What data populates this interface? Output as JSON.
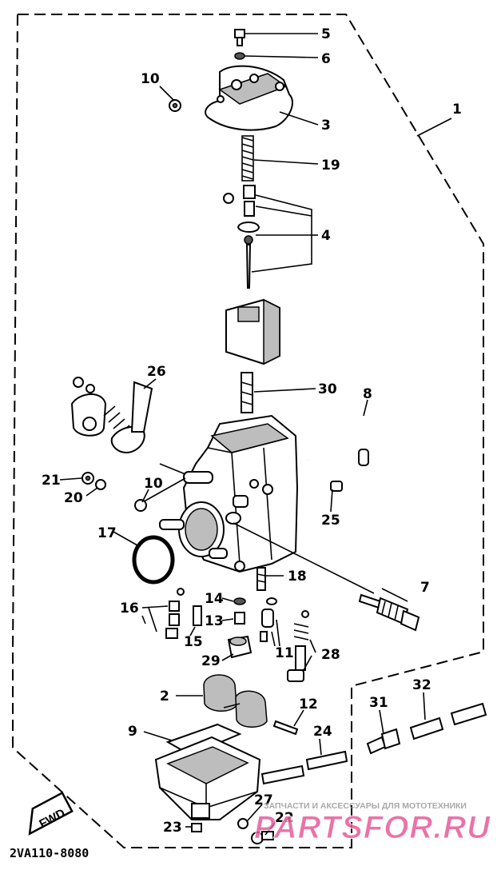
{
  "diagram": {
    "part_number": "2VA110-8080",
    "direction_label": "FWD",
    "watermark": {
      "tagline": "ЗАПЧАСТИ И АКСЕССУАРЫ ДЛЯ МОТОТЕХНИКИ",
      "logo": "PARTSFOR.RU"
    },
    "callouts": [
      {
        "id": "c5",
        "label": "5"
      },
      {
        "id": "c6",
        "label": "6"
      },
      {
        "id": "c10a",
        "label": "10"
      },
      {
        "id": "c3",
        "label": "3"
      },
      {
        "id": "c1",
        "label": "1"
      },
      {
        "id": "c19",
        "label": "19"
      },
      {
        "id": "c4",
        "label": "4"
      },
      {
        "id": "c26",
        "label": "26"
      },
      {
        "id": "c30",
        "label": "30"
      },
      {
        "id": "c8",
        "label": "8"
      },
      {
        "id": "c21",
        "label": "21"
      },
      {
        "id": "c20",
        "label": "20"
      },
      {
        "id": "c10b",
        "label": "10"
      },
      {
        "id": "c25",
        "label": "25"
      },
      {
        "id": "c17",
        "label": "17"
      },
      {
        "id": "c18",
        "label": "18"
      },
      {
        "id": "c7",
        "label": "7"
      },
      {
        "id": "c16",
        "label": "16"
      },
      {
        "id": "c14",
        "label": "14"
      },
      {
        "id": "c13",
        "label": "13"
      },
      {
        "id": "c15",
        "label": "15"
      },
      {
        "id": "c11",
        "label": "11"
      },
      {
        "id": "c28",
        "label": "28"
      },
      {
        "id": "c29",
        "label": "29"
      },
      {
        "id": "c2",
        "label": "2"
      },
      {
        "id": "c12",
        "label": "12"
      },
      {
        "id": "c31",
        "label": "31"
      },
      {
        "id": "c32",
        "label": "32"
      },
      {
        "id": "c9",
        "label": "9"
      },
      {
        "id": "c24",
        "label": "24"
      },
      {
        "id": "c27",
        "label": "27"
      },
      {
        "id": "c22",
        "label": "22"
      },
      {
        "id": "c23",
        "label": "23"
      }
    ]
  }
}
